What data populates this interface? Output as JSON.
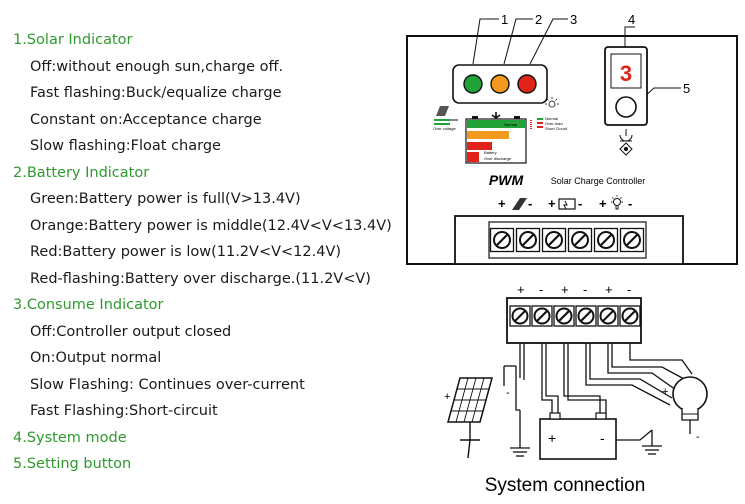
{
  "legend": {
    "sections": [
      {
        "title": "1.Solar Indicator",
        "items": [
          "Off:without enough sun,charge off.",
          "Fast flashing:Buck/equalize charge",
          "Constant on:Acceptance charge",
          "Slow flashing:Float charge"
        ]
      },
      {
        "title": "2.Battery Indicator",
        "items": [
          "Green:Battery power is full(V>13.4V)",
          "Orange:Battery power is middle(12.4V<V<13.4V)",
          "Red:Battery power is low(11.2V<V<12.4V)",
          "Red-flashing:Battery over discharge.(11.2V<V)"
        ]
      },
      {
        "title": "3.Consume Indicator",
        "items": [
          "Off:Controller output closed",
          "On:Output normal",
          "Slow Flashing: Continues over-current",
          "Fast Flashing:Short-circuit"
        ]
      },
      {
        "title": "4.System mode",
        "items": []
      },
      {
        "title": "5.Setting button",
        "items": []
      }
    ]
  },
  "panel": {
    "callouts": [
      "1",
      "2",
      "3",
      "4",
      "5"
    ],
    "display_digit": "3",
    "brand": "PWM",
    "model": "Solar Charge Controller",
    "battery_label": "Battery",
    "over_discharge_label": "Over discharge",
    "normal_label_mid": "Normal",
    "over_voltage_label": "Over voltage",
    "status_labels": [
      "Normal",
      "Over-load",
      "Short Circuit"
    ],
    "terminal_groups": [
      {
        "plus": "+",
        "minus": "-",
        "icon": "solar-panel-icon"
      },
      {
        "plus": "+",
        "minus": "-",
        "icon": "battery-icon"
      },
      {
        "plus": "+",
        "minus": "-",
        "icon": "lamp-icon"
      }
    ],
    "colors": {
      "green": "#22a33a",
      "orange": "#f39a1e",
      "red": "#e2231a"
    }
  },
  "connection": {
    "title": "System connection",
    "terminal_signs": [
      "+",
      "-",
      "+",
      "-",
      "+",
      "-"
    ],
    "solar_plus": "+",
    "solar_minus": "-",
    "battery_plus": "+",
    "battery_minus": "-",
    "lamp_plus": "+",
    "lamp_minus": "-"
  }
}
